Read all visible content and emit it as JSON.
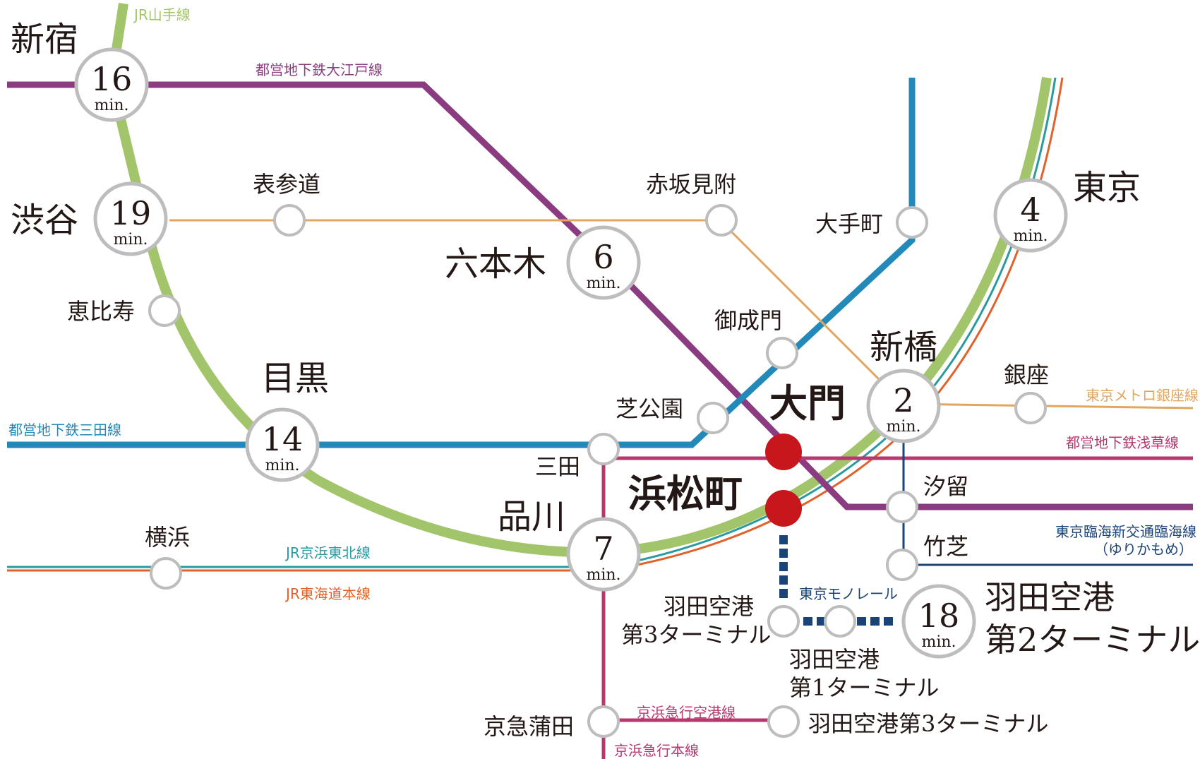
{
  "colors": {
    "yamanote": "#a2c56b",
    "oedo": "#8b3c80",
    "mita": "#2289b8",
    "ginza": "#e2a65f",
    "asakusa": "#b5386f",
    "keihin_tohoku": "#2a9aa1",
    "tokaido": "#e0622a",
    "yurikamome": "#1b4476",
    "monorail": "#1b4476",
    "keikyu": "#b5386f",
    "highlight": "#c8161d",
    "station_ring": "#bdbdbd",
    "text": "#231815"
  },
  "lines": {
    "yamanote": "JR山手線",
    "oedo": "都営地下鉄大江戸線",
    "mita": "都営地下鉄三田線",
    "ginza": "東京メトロ銀座線",
    "asakusa": "都営地下鉄浅草線",
    "keihin_tohoku": "JR京浜東北線",
    "tokaido": "JR東海道本線",
    "yurikamome_1": "東京臨海新交通臨海線",
    "yurikamome_2": "（ゆりかもめ）",
    "monorail": "東京モノレール",
    "keikyu_airport": "京浜急行空港線",
    "keikyu_main": "京浜急行本線"
  },
  "stations": {
    "shinjuku": "新宿",
    "shibuya": "渋谷",
    "ebisu": "恵比寿",
    "meguro": "目黒",
    "shinagawa": "品川",
    "yokohama": "横浜",
    "omotesando": "表参道",
    "akasaka_mitsuke": "赤坂見附",
    "roppongi": "六本木",
    "otemachi": "大手町",
    "tokyo": "東京",
    "onarimon": "御成門",
    "shibakoen": "芝公園",
    "mita": "三田",
    "shinbashi": "新橋",
    "ginza": "銀座",
    "shiodome": "汐留",
    "takeshiba": "竹芝",
    "daimon": "大門",
    "hamamatsucho": "浜松町",
    "haneda_t3_1": "羽田空港",
    "haneda_t3_2": "第3ターミナル",
    "haneda_t1_1": "羽田空港",
    "haneda_t1_2": "第1ターミナル",
    "haneda_t2_1": "羽田空港",
    "haneda_t2_2": "第2ターミナル",
    "keikyu_kamata": "京急蒲田",
    "haneda_t3_keikyu": "羽田空港第3ターミナル"
  },
  "times": {
    "shinjuku": "16",
    "shibuya": "19",
    "meguro": "14",
    "roppongi": "6",
    "tokyo": "4",
    "shinbashi": "2",
    "shinagawa": "7",
    "haneda_t2": "18",
    "unit": "min."
  }
}
